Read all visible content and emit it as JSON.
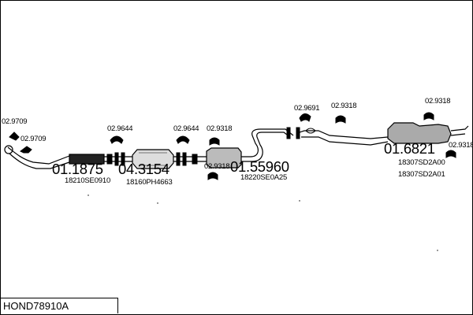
{
  "model_code": "HOND78910A",
  "parts": [
    {
      "id": "front-pipe",
      "number": "01.1875",
      "code": "18210SE0910"
    },
    {
      "id": "cat",
      "number": "04.3154",
      "code": "18160PH4663"
    },
    {
      "id": "middle-pipe",
      "number": "01.55960",
      "code": "18220SE0A25"
    },
    {
      "id": "rear-silencer",
      "number": "01.6821",
      "code_a": "18307SD2A00",
      "code_b": "18307SD2A01"
    }
  ],
  "fittings": {
    "f1": "02.9709",
    "f2": "02.9709",
    "f3": "02.9644",
    "f4": "02.9644",
    "f5": "02.9318",
    "f6": "02.9318",
    "f7": "02.9691",
    "f8": "02.9318",
    "f9": "02.9318",
    "f10": "02.9318"
  }
}
